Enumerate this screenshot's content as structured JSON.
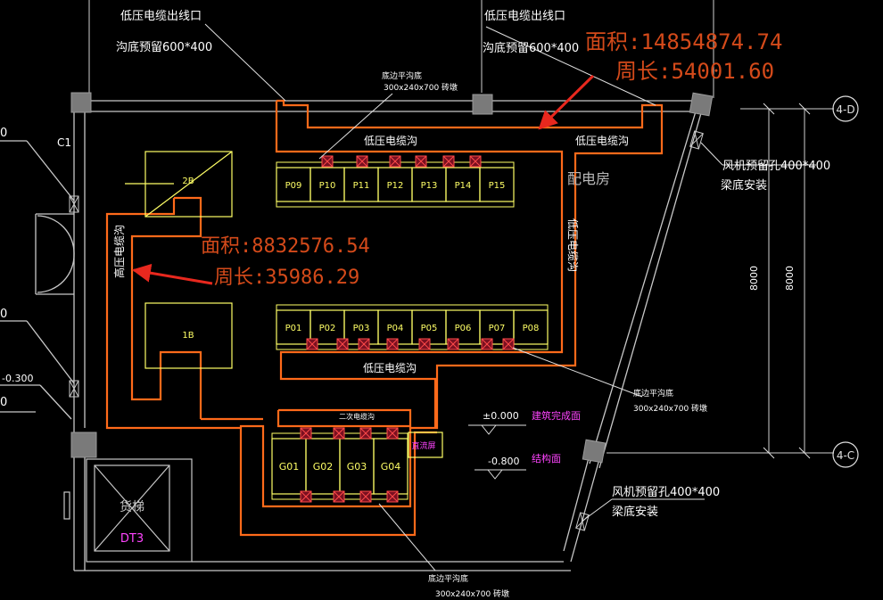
{
  "labels": {
    "outlet_left": "低压电缆出线口",
    "trench_left": "沟底预留600*400",
    "outlet_right": "低压电缆出线口",
    "trench_right": "沟底预留600*400",
    "area_big": "面积:14854874.74",
    "perimeter_big": "周长:54001.60",
    "area_small": "面积:8832576.54",
    "perimeter_small": "周长:35986.29",
    "side_trench_top": "底边平沟底",
    "side_trench_top_size": "300x240x700  砖墩",
    "lv_trench_1": "低压电缆沟",
    "lv_trench_2": "低压电缆沟",
    "lv_trench_3": "低压电缆沟",
    "lv_trench_4": "低压电缆沟",
    "hv_trench": "高压电缆沟",
    "room_name": "配电房",
    "fan_top_1": "风机预留孔400*400",
    "fan_top_2": "梁底安装",
    "fan_bot_1": "风机预留孔400*400",
    "fan_bot_2": "梁底安装",
    "dim_a": "8000",
    "dim_b": "8000",
    "axis_top": "4-D",
    "axis_bot": "4-C",
    "c1": "C1",
    "left_zero_1": "0",
    "left_zero_2": "0",
    "left_elev": "-0.300",
    "left_zero_3": "0",
    "t2b": "2B",
    "t1b": "1B",
    "sec_trench": "二次电缆沟",
    "elev_zero": "±0.000",
    "elev_zero_desc": "建筑完成面",
    "elev_neg": "-0.800",
    "elev_neg_desc": "结构面",
    "dc_screen": "直流屏",
    "right_trench_bottom": "底边平沟底",
    "right_trench_bottom_size": "300x240x700  砖墩",
    "bottom_trench": "底边平沟底",
    "bottom_trench_size": "300x240x700  砖墩",
    "elevator": "货梯",
    "elevator_id": "DT3"
  },
  "panels_top": [
    "P09",
    "P10",
    "P11",
    "P12",
    "P13",
    "P14",
    "P15"
  ],
  "panels_mid": [
    "P01",
    "P02",
    "P03",
    "P04",
    "P05",
    "P06",
    "P07",
    "P08"
  ],
  "panels_g": [
    "G01",
    "G02",
    "G03",
    "G04"
  ],
  "colors": {
    "wall": "#c8c8c8",
    "trench": "#ff6a1a",
    "panel": "#ffff66",
    "text": "#ffffff",
    "annot": "#d44a1a",
    "arrow": "#e8281e",
    "magenta": "#ff44ff",
    "marker": "#d4283a",
    "column": "#7a7a7a"
  }
}
